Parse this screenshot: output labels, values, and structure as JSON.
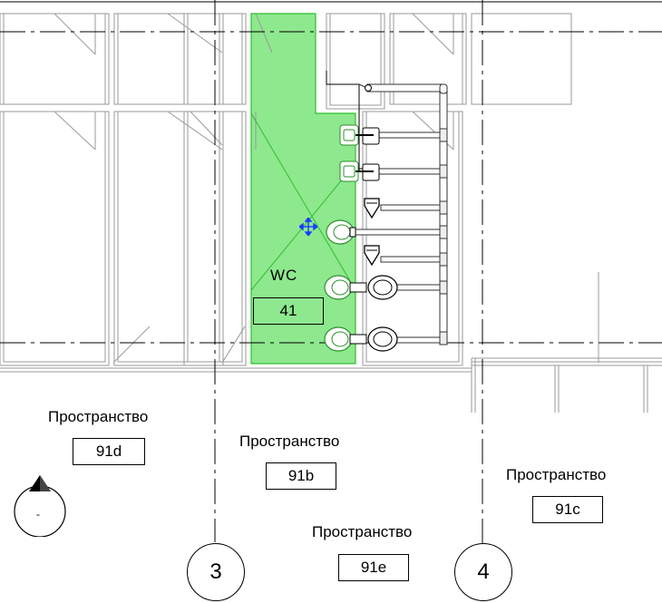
{
  "room": {
    "name": "WC",
    "number": "41",
    "highlight_color": "#8ee88e",
    "highlight_border": "#2fbf2f"
  },
  "spaces": [
    {
      "id": "91d",
      "name": "Пространство",
      "number": "91d"
    },
    {
      "id": "91b",
      "name": "Пространство",
      "number": "91b"
    },
    {
      "id": "91c",
      "name": "Пространство",
      "number": "91c"
    },
    {
      "id": "91e",
      "name": "Пространство",
      "number": "91e"
    }
  ],
  "grids": {
    "grid_3": "3",
    "grid_4": "4"
  },
  "north_arrow": {
    "label": "-"
  },
  "icons": {
    "move": "move-crosshair-icon"
  }
}
